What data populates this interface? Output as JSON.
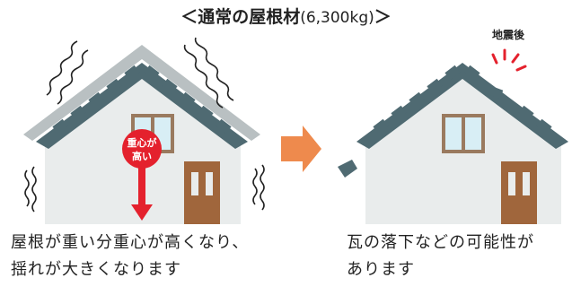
{
  "title": {
    "main": "＜通常の屋根材",
    "weight": "(6,300kg)",
    "close": "＞"
  },
  "after_label": "地震後",
  "badge": {
    "line1": "重心が",
    "line2": "高い"
  },
  "captions": {
    "left_line1": "屋根が重い分重心が高くなり、",
    "left_line2": "揺れが大きくなります",
    "right_line1": "瓦の落下などの可能性が",
    "right_line2": "あります"
  },
  "colors": {
    "roof": "#4f6a72",
    "roof_shadow": "#b9c0c2",
    "wall": "#e9ecec",
    "window": "#d8eef5",
    "window_frame": "#9a7a5f",
    "door": "#a0663c",
    "arrow": "#ee8a4d",
    "gravity": "#e4212d"
  }
}
